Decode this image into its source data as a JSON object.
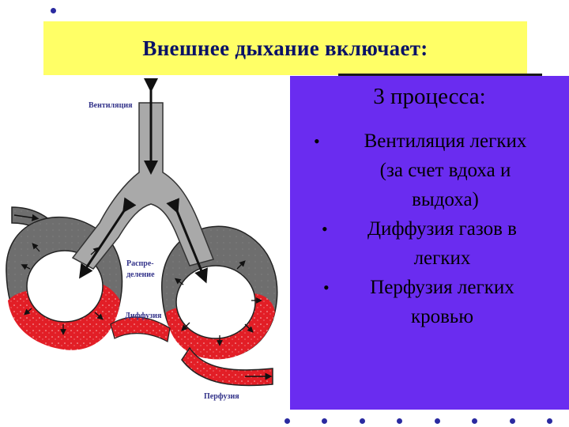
{
  "title": "Внешнее дыхание включает:",
  "panel": {
    "heading": "3 процесса:",
    "items": [
      {
        "bullet": "•",
        "lines": [
          "Вентиляция легких",
          "(за счет вдоха и",
          "выдоха)"
        ]
      },
      {
        "bullet": "•",
        "lines": [
          "Диффузия газов в",
          "легких"
        ]
      },
      {
        "bullet": "•",
        "lines": [
          "Перфузия легких",
          "кровью"
        ]
      }
    ]
  },
  "diagram": {
    "labels": {
      "ventilation": "Вентиляция",
      "distribution_line1": "Распре-",
      "distribution_line2": "деление",
      "diffusion": "Диффузия",
      "perfusion": "Перфузия"
    }
  },
  "colors": {
    "title_background": "#ffff66",
    "title_text": "#0a1266",
    "panel_background": "#6a2cf0",
    "airway": "#a9a9a9",
    "venous_blood": "#6e6e6e",
    "arterial_blood": "#e21e26",
    "dots": "#2a2aa0"
  }
}
